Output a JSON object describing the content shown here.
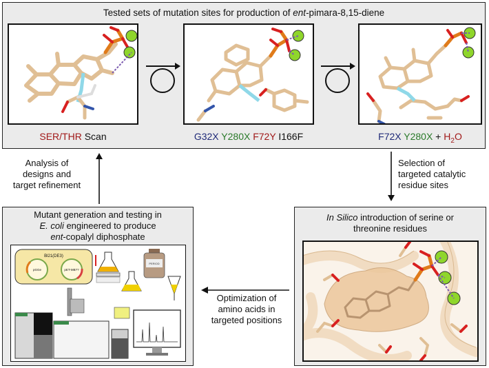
{
  "top_panel": {
    "title_pre": "Tested sets of mutation sites for production of ",
    "title_italic": "ent",
    "title_post": "-pimara-8,15-diene",
    "captions": {
      "left": [
        {
          "text": "SER/THR",
          "color": "red"
        },
        {
          "text": " Scan",
          "color": "black"
        }
      ],
      "middle": [
        {
          "text": "G32X",
          "color": "blue"
        },
        {
          "text": " Y280X",
          "color": "green"
        },
        {
          "text": " F72Y",
          "color": "red"
        },
        {
          "text": " I166F",
          "color": "black"
        }
      ],
      "right": [
        {
          "text": "F72X",
          "color": "blue"
        },
        {
          "text": " Y280X",
          "color": "green"
        },
        {
          "text": " + ",
          "color": "black"
        },
        {
          "text": "H",
          "color": "red"
        },
        {
          "text": "2",
          "color": "red"
        },
        {
          "text": "O",
          "color": "red"
        }
      ]
    }
  },
  "left_arrow_text": "Analysis of\ndesigns and\ntarget refinement",
  "right_arrow_text": "Selection of\ntargeted catalytic\nresidue sites",
  "bottom_arrow_text": "Optimization of\namino acids in\ntargeted positions",
  "bottom_left_panel": {
    "title_line1": "Mutant generation and testing in",
    "title_line2_italic": "E. coli",
    "title_line2_rest": " engineered to produce",
    "title_line3_italic": "ent",
    "title_line3_rest": "-copalyl diphosphate",
    "plasmid_host_label": "Bl21(DE3)",
    "plasmid_left_label": "pGGe",
    "plasmid_right_label": "pET-MB??",
    "bottle_label": "PERIOD"
  },
  "bottom_right_panel": {
    "title_italic": "In Silico",
    "title_rest": " introduction of serine or",
    "title_line2": "threonine residues"
  },
  "colors": {
    "panel_bg": "#ebebeb",
    "ligand": "#e0bf95",
    "phosphate": "#e07b1a",
    "magnesium": "#8fd62b",
    "oxygen": "#d82020",
    "nitrogen": "#3355aa",
    "interaction": "#7b5ab0",
    "hbond_teal": "#8fd8e8",
    "red": "#a01818",
    "blue": "#1f2a78",
    "green": "#2a7a2a"
  }
}
